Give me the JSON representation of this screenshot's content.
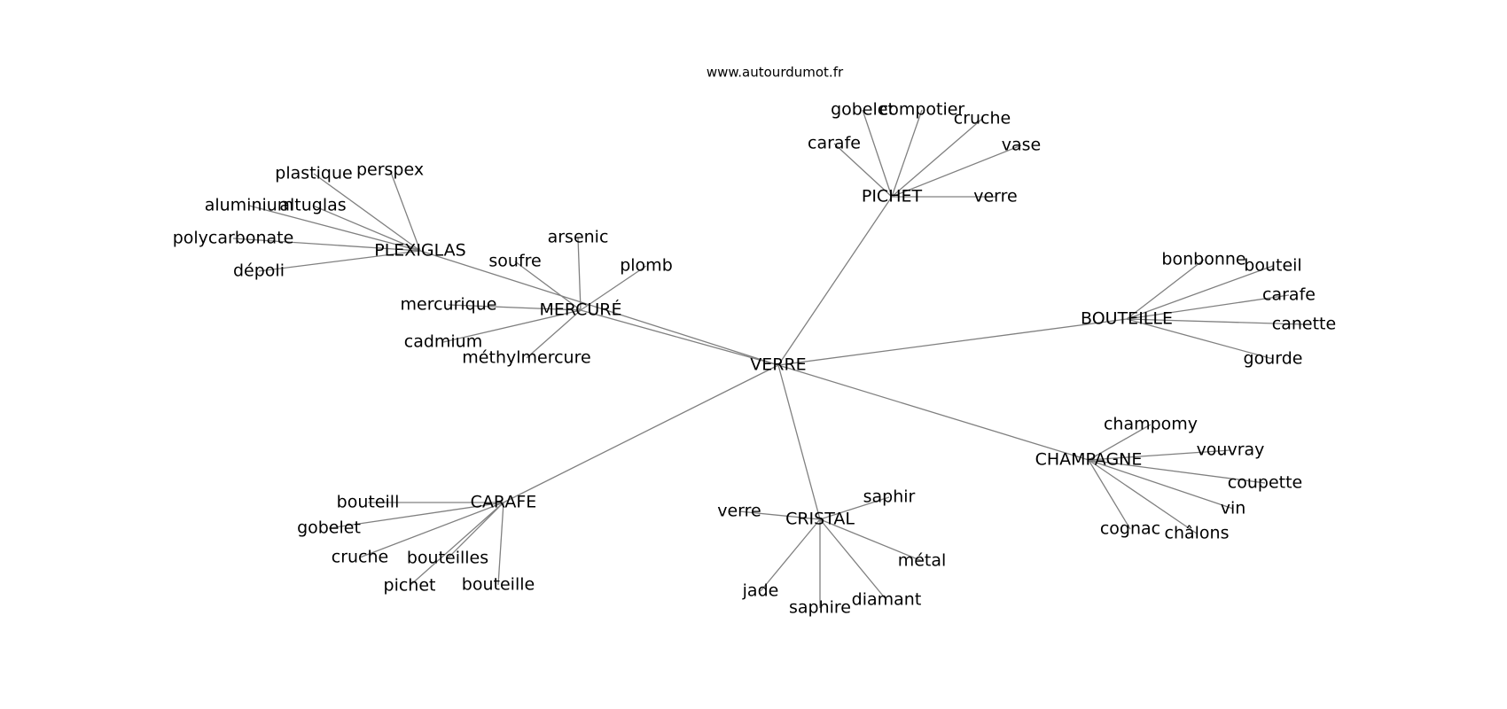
{
  "site_label": "www.autourdumot.fr",
  "graph": {
    "center": "VERRE",
    "hubs": [
      {
        "id": "pichet",
        "label": "PICHET",
        "children": [
          "gobelet",
          "compotier",
          "cruche",
          "carafe",
          "vase",
          "verre"
        ]
      },
      {
        "id": "plexiglas",
        "label": "PLEXIGLAS",
        "children": [
          "plastique",
          "perspex",
          "aluminium",
          "altuglas",
          "polycarbonate",
          "dépoli"
        ]
      },
      {
        "id": "mercure",
        "label": "MERCURÉ",
        "children": [
          "arsenic",
          "soufre",
          "plomb",
          "mercurique",
          "cadmium",
          "méthylmercure"
        ]
      },
      {
        "id": "bouteille",
        "label": "BOUTEILLE",
        "children": [
          "bonbonne",
          "bouteil",
          "carafe",
          "canette",
          "gourde"
        ]
      },
      {
        "id": "champagne",
        "label": "CHAMPAGNE",
        "children": [
          "champomy",
          "vouvray",
          "coupette",
          "vin",
          "châlons",
          "cognac"
        ]
      },
      {
        "id": "cristal",
        "label": "CRISTAL",
        "children": [
          "saphir",
          "verre",
          "métal",
          "jade",
          "saphire",
          "diamant"
        ]
      },
      {
        "id": "carafe",
        "label": "CARAFE",
        "children": [
          "bouteill",
          "gobelet",
          "cruche",
          "bouteilles",
          "pichet",
          "bouteille"
        ]
      }
    ]
  }
}
